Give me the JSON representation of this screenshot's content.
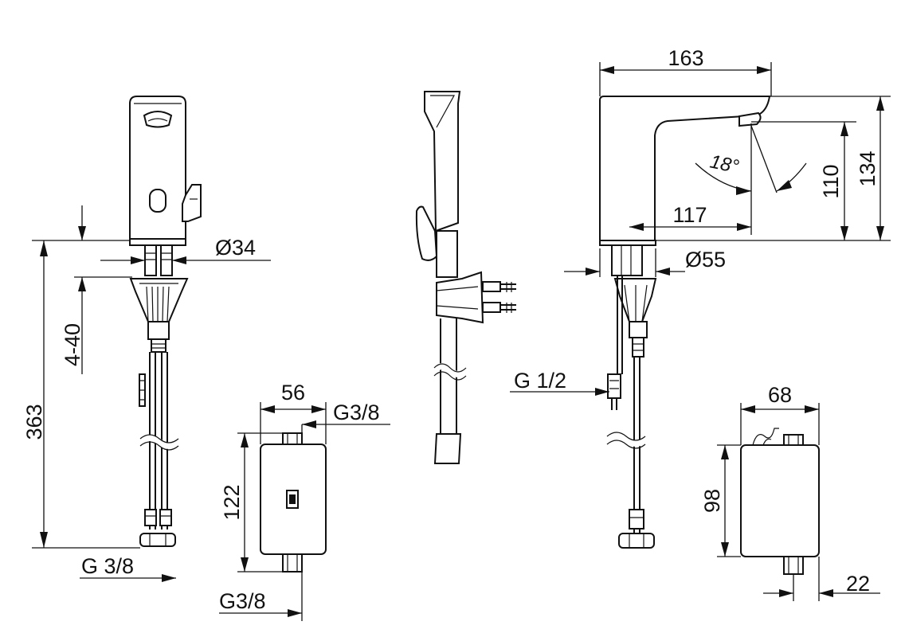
{
  "drawing": {
    "front_view": {
      "dim_height": "363",
      "dim_thickness_range": "4-40",
      "dim_shank_diameter": "Ø34",
      "dim_thread": "G 3/8"
    },
    "side_view": {
      "dim_width": "163",
      "dim_reach": "117",
      "dim_spout_height": "110",
      "dim_total_height": "134",
      "dim_angle": "18°",
      "dim_base_diameter": "Ø55",
      "dim_inlet_thread": "G 1/2"
    },
    "control_box_left": {
      "dim_width": "56",
      "dim_height": "122",
      "dim_top_thread": "G3/8",
      "dim_bottom_thread": "G3/8"
    },
    "control_box_right": {
      "dim_width": "68",
      "dim_height": "98",
      "dim_outlet_offset": "22"
    }
  }
}
